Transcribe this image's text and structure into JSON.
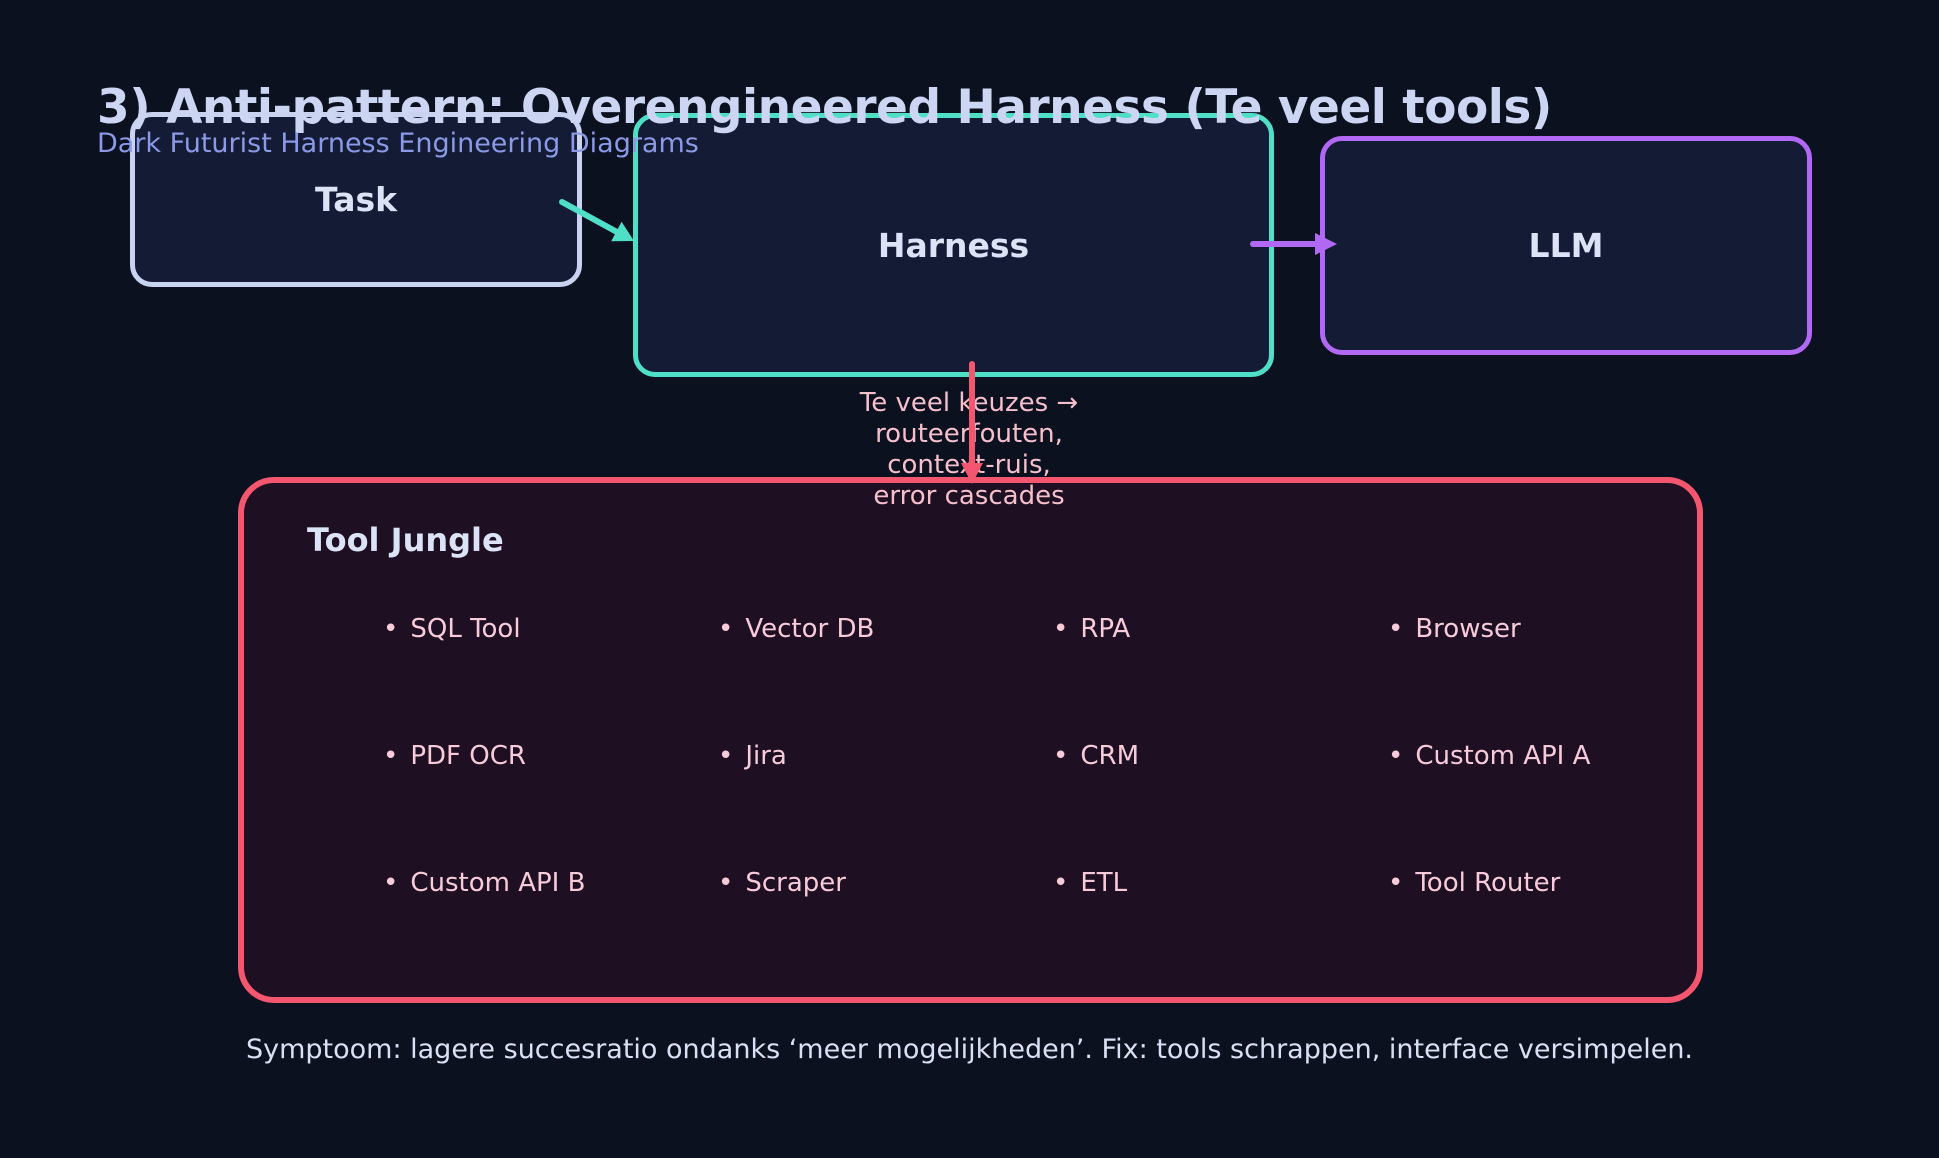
{
  "title": "3) Anti-pattern: Overengineered Harness (Te veel tools)",
  "subtitle": "Dark Futurist Harness Engineering Diagrams",
  "nodes": {
    "task": {
      "label": "Task"
    },
    "harness": {
      "label": "Harness"
    },
    "llm": {
      "label": "LLM"
    }
  },
  "annotation": {
    "lines": [
      "Te veel keuzes →",
      "routeerfouten,",
      "context-ruis,",
      "error cascades"
    ]
  },
  "tool_jungle": {
    "title": "Tool Jungle",
    "bullet": "•",
    "tools": [
      "SQL Tool",
      "Vector DB",
      "RPA",
      "Browser",
      "PDF OCR",
      "Jira",
      "CRM",
      "Custom API A",
      "Custom API B",
      "Scraper",
      "ETL",
      "Tool Router"
    ]
  },
  "footer": "Symptoom: lagere succesratio ondanks ‘meer mogelijkheden’. Fix: tools schrappen, interface versimpelen.",
  "colors": {
    "background": "#0b111f",
    "node_fill": "#141b34",
    "task_border": "#c9d2ef",
    "harness_border": "#4fdec6",
    "llm_border": "#b168f2",
    "jungle_border": "#f4566f",
    "jungle_fill": "#1e1022",
    "title_color": "#ccd6f2",
    "subtitle_color": "#8b99e6",
    "label_color": "#dce3f7",
    "tool_text": "#f7cbd9",
    "annotation_color": "#f5bfcb",
    "footer_color": "#d9e0f3"
  }
}
